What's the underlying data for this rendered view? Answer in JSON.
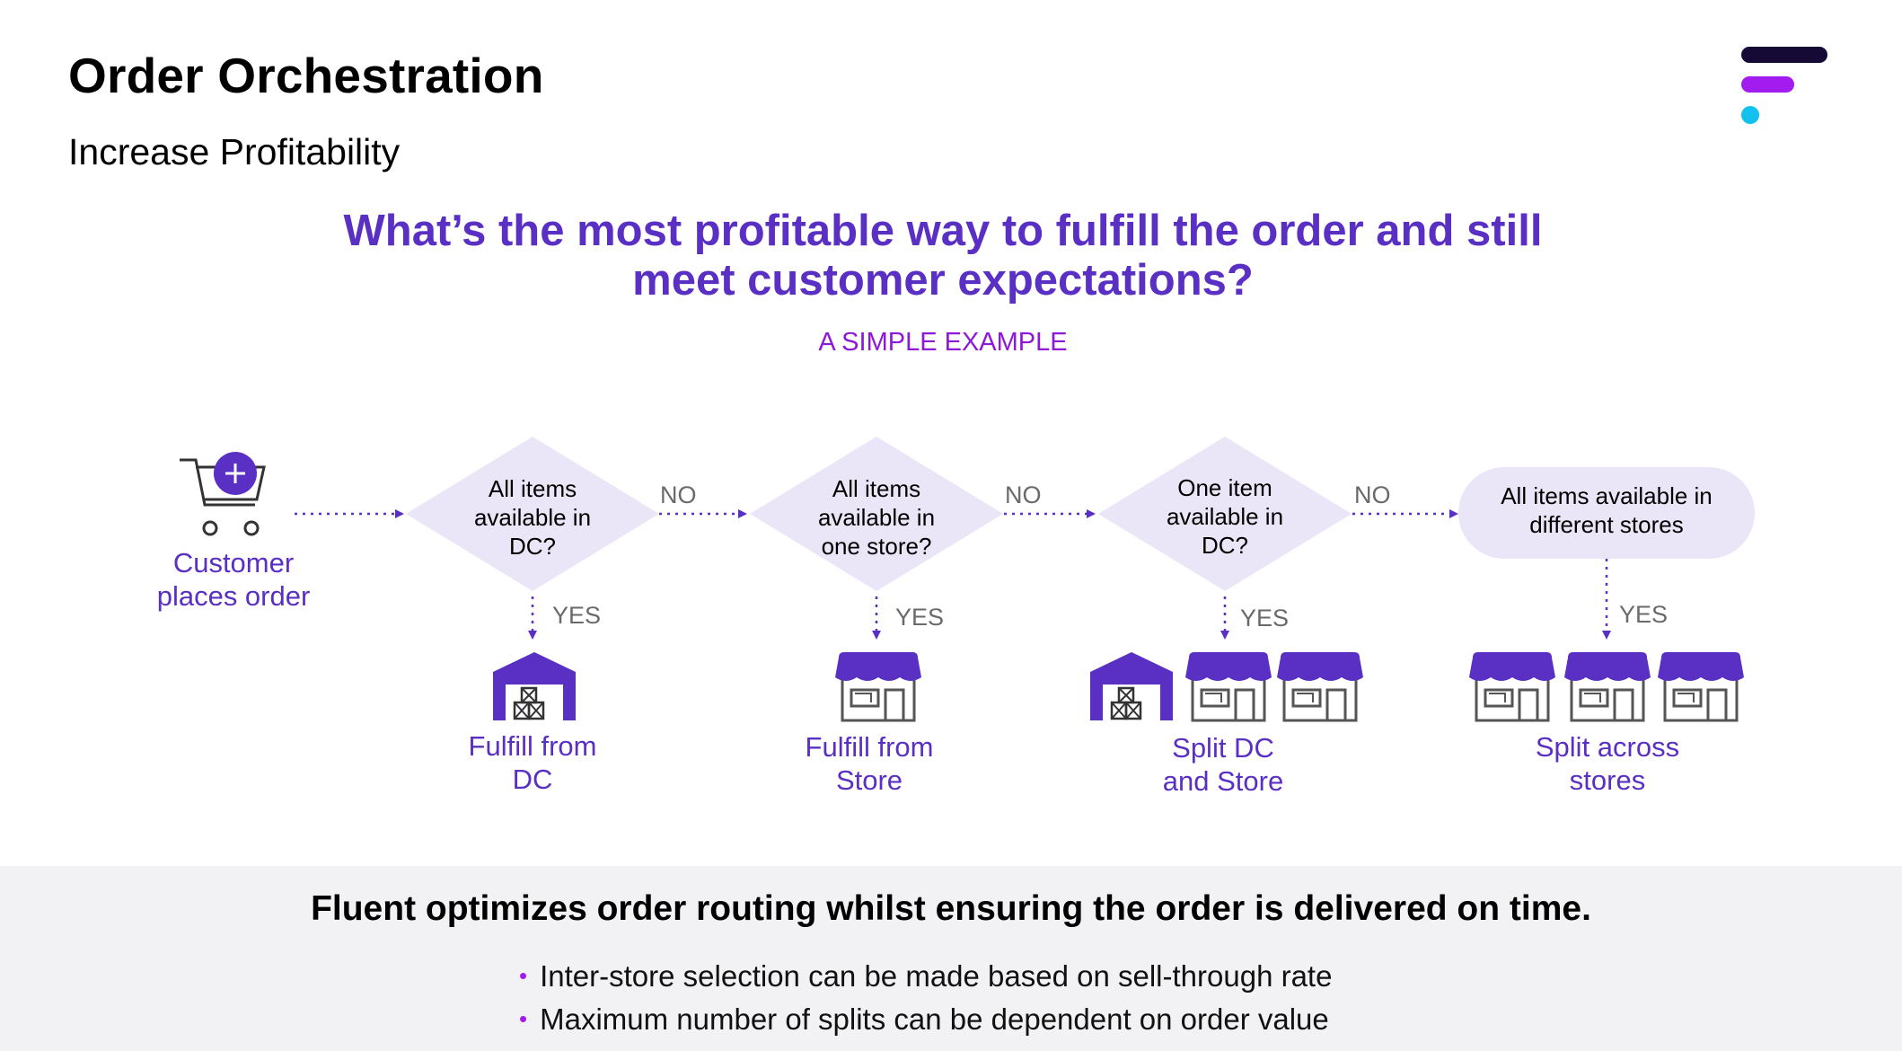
{
  "header": {
    "title": "Order Orchestration",
    "subtitle": "Increase Profitability"
  },
  "logo": {
    "icon": "fluent-logo",
    "colors": [
      "#140a35",
      "#a21cf0",
      "#13c1ee"
    ]
  },
  "question": {
    "line1": "What’s the most profitable way to fulfill the order and still",
    "line2": "meet customer expectations?"
  },
  "example_label": "A SIMPLE EXAMPLE",
  "flow": {
    "start": {
      "line1": "Customer",
      "line2": "places order",
      "icon": "cart-plus-icon"
    },
    "decisions": [
      {
        "line1": "All items",
        "line2": "available in",
        "line3": "DC?"
      },
      {
        "line1": "All items",
        "line2": "available in",
        "line3": "one store?"
      },
      {
        "line1": "One item",
        "line2": "available in",
        "line3": "DC?"
      }
    ],
    "final_node": {
      "line1": "All items available in",
      "line2": "different stores"
    },
    "no_label": "NO",
    "yes_label": "YES",
    "outcomes": [
      {
        "line1": "Fulfill from",
        "line2": "DC",
        "icon": "warehouse-icon"
      },
      {
        "line1": "Fulfill from",
        "line2": "Store",
        "icon": "store-icon"
      },
      {
        "line1": "Split DC",
        "line2": "and Store",
        "icon": "warehouse-and-stores-icon"
      },
      {
        "line1": "Split across",
        "line2": "stores",
        "icon": "multiple-stores-icon"
      }
    ]
  },
  "colors": {
    "purple": "#5a2fc4",
    "node_fill": "#ebe6f7",
    "accent": "#a21cf0"
  },
  "footer": {
    "headline": "Fluent optimizes order routing whilst ensuring the order is delivered on time.",
    "bullets": [
      "Inter-store selection can be made based on sell-through rate",
      "Maximum number of splits can be dependent on order value"
    ]
  }
}
